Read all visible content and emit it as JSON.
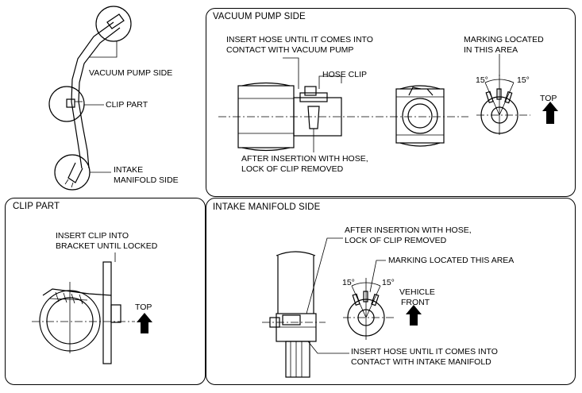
{
  "overview": {
    "vacuum_pump_side": "VACUUM PUMP SIDE",
    "clip_part": "CLIP PART",
    "intake_line1": "INTAKE",
    "intake_line2": "MANIFOLD SIDE"
  },
  "vacuum_pump_panel": {
    "title": "VACUUM PUMP SIDE",
    "insert_hose_line1": "INSERT HOSE UNTIL IT COMES INTO",
    "insert_hose_line2": "CONTACT WITH VACUUM PUMP",
    "hose_clip": "HOSE CLIP",
    "after_insertion_line1": "AFTER INSERTION WITH HOSE,",
    "after_insertion_line2": "LOCK OF CLIP REMOVED",
    "marking_line1": "MARKING LOCATED",
    "marking_line2": "IN THIS AREA",
    "angle_left": "15°",
    "angle_right": "15°",
    "top": "TOP"
  },
  "clip_part_panel": {
    "title": "CLIP PART",
    "insert_clip_line1": "INSERT CLIP INTO",
    "insert_clip_line2": "BRACKET UNTIL LOCKED",
    "top": "TOP"
  },
  "intake_panel": {
    "title": "INTAKE MANIFOLD SIDE",
    "after_insertion_line1": "AFTER INSERTION WITH HOSE,",
    "after_insertion_line2": "LOCK OF CLIP REMOVED",
    "marking": "MARKING LOCATED THIS AREA",
    "angle_left": "15°",
    "angle_right": "15°",
    "vehicle_front_line1": "VEHICLE",
    "vehicle_front_line2": "FRONT",
    "insert_hose_line1": "INSERT HOSE UNTIL IT COMES INTO",
    "insert_hose_line2": "CONTACT WITH INTAKE MANIFOLD"
  }
}
